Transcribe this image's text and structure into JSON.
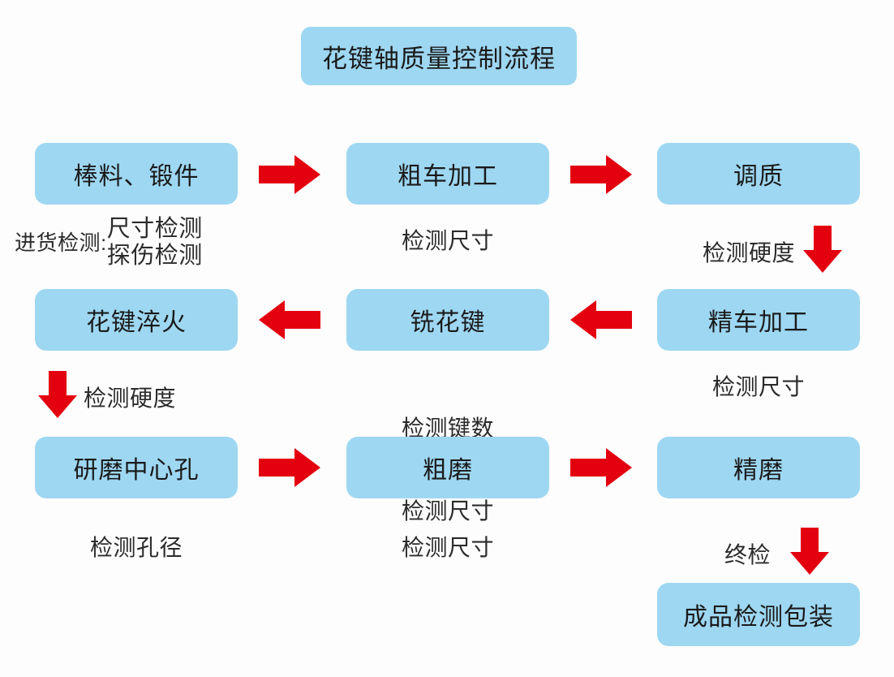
{
  "diagram": {
    "title": "花键轴质量控制流程",
    "accent_box_color": "#9ed7f2",
    "accent_arrow_color": "#e3000f",
    "text_color": "#2b2b2b"
  },
  "nodes": {
    "title": "花键轴质量控制流程",
    "raw_material": "棒料、锻件",
    "rough_turning": "粗车加工",
    "quench_temper": "调质",
    "spline_quench": "花键淬火",
    "mill_spline": "铣花键",
    "fine_turning": "精车加工",
    "grind_center_hole": "研磨中心孔",
    "rough_grinding": "粗磨",
    "fine_grinding": "精磨",
    "final_pack": "成品检测包装"
  },
  "captions": {
    "incoming_prefix": "进货检测:",
    "incoming_line1": "尺寸检测",
    "incoming_line2": "探伤检测",
    "rough_turning_check": "检测尺寸",
    "quench_temper_check": "检测硬度",
    "spline_quench_check": "检测硬度",
    "mill_spline_check_line1": "检测键数",
    "mill_spline_check_line2": "检测尺寸",
    "fine_turning_check": "检测尺寸",
    "grind_hole_check": "检测孔径",
    "rough_grinding_check": "检测尺寸",
    "final_inspection": "终检"
  },
  "arrows": {
    "right_1_label": "arrow-right",
    "right_2_label": "arrow-right",
    "down_1_label": "arrow-down",
    "left_1_label": "arrow-left",
    "left_2_label": "arrow-left",
    "down_2_label": "arrow-down",
    "right_3_label": "arrow-right",
    "right_4_label": "arrow-right",
    "down_3_label": "arrow-down"
  }
}
